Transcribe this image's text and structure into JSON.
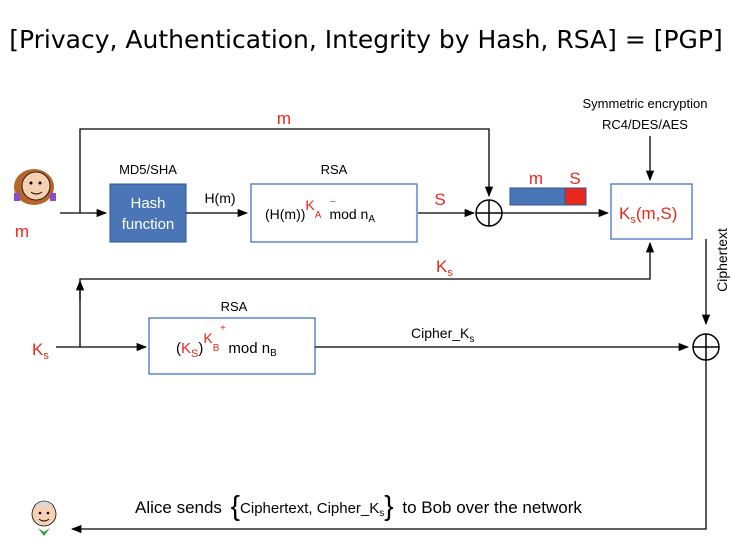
{
  "title": "[Privacy, Authentication, Integrity by Hash, RSA] = [PGP]",
  "colors": {
    "red": "#e8281c",
    "box_border": "#4472c4",
    "hash_fill": "#4a76b8",
    "bar_blue": "#4a76b8",
    "bar_red": "#e8281c",
    "line": "#000000"
  },
  "icons": {
    "alice": "alice-figure-icon",
    "bob": "bob-figure-icon"
  },
  "labels": {
    "m_top": "m",
    "m_alice": "m",
    "md5_sha": "MD5/SHA",
    "hash_line1": "Hash",
    "hash_line2": "function",
    "hm": "H(m)",
    "rsa_top": "RSA",
    "rsa_expr_base": "(H(m))",
    "rsa_expr_sup": "K",
    "rsa_expr_sup_mark": "−",
    "rsa_expr_sub": "A",
    "rsa_expr_mod": "mod n",
    "rsa_expr_mod_sub": "A",
    "s_out": "S",
    "bar_m": "m",
    "bar_s": "S",
    "sym_line1": "Symmetric encryption",
    "sym_line2": "RC4/DES/AES",
    "ks_box_k": "K",
    "ks_box_s": "s",
    "ks_box_rest": "(m,S)",
    "ciphertext": "Ciphertext",
    "ks_mid_k": "K",
    "ks_mid_s": "s",
    "ks_left_k": "K",
    "ks_left_s": "s",
    "rsa_bottom": "RSA",
    "rsa2_open": "(",
    "rsa2_k": "K",
    "rsa2_s": "S",
    "rsa2_close": ")",
    "rsa2_sup": "K",
    "rsa2_sup_mark": "+",
    "rsa2_sup_sub": "B",
    "rsa2_mod": "mod n",
    "rsa2_mod_sub": "B",
    "cipher_ks": "Cipher_K",
    "cipher_ks_sub": "s",
    "send_pre": "Alice sends",
    "send_brace_open": "{",
    "send_inner": "Ciphertext, Cipher_K",
    "send_inner_sub": "s",
    "send_brace_close": "}",
    "send_post": "to Bob over the network"
  }
}
